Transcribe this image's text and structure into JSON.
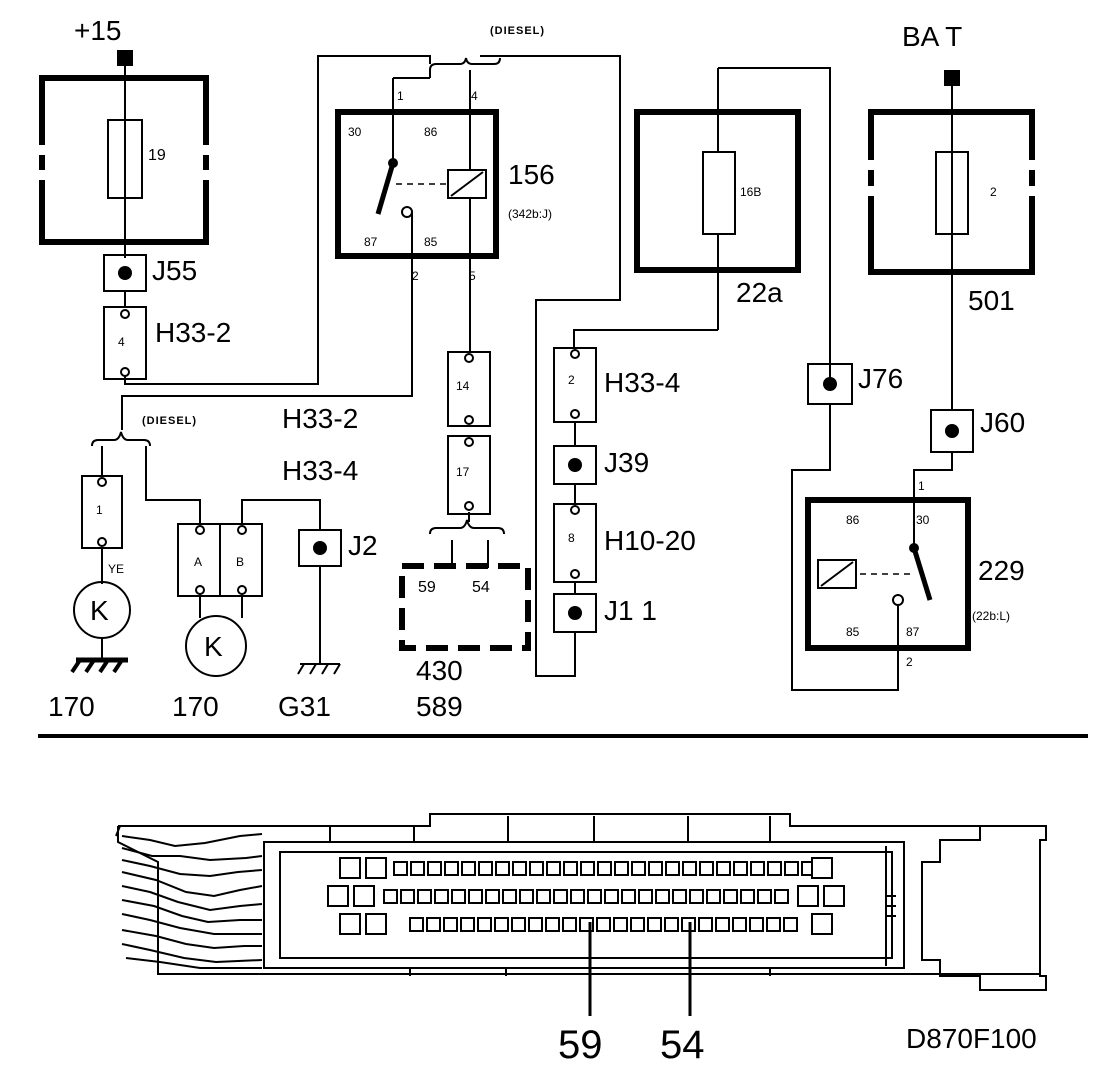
{
  "supply": {
    "plus15": "+15",
    "bat": "BA  T"
  },
  "fuses": {
    "f19": "19",
    "f16b": "16B",
    "f2": "2",
    "box22a": "22a",
    "box501": "501"
  },
  "relays": {
    "r156": {
      "id": "156",
      "ref": "(342b:J)",
      "p30": "30",
      "p86": "86",
      "p87": "87",
      "p85": "85",
      "t1": "1",
      "t4": "4",
      "t2": "2",
      "t5": "5"
    },
    "r229": {
      "id": "229",
      "ref": "(22b:L)",
      "p86": "86",
      "p30": "30",
      "p85": "85",
      "p87": "87",
      "t1": "1",
      "t2": "2"
    }
  },
  "diesel": "(DIESEL)",
  "connectors": {
    "j55": "J55",
    "j76": "J76",
    "j60": "J60",
    "j39": "J39",
    "j2": "J2",
    "j11": "J1  1",
    "h33_2a": "H33-2",
    "h33_2b": "H33-2",
    "h33_4a": "H33-4",
    "h33_4b": "H33-4",
    "h10_20": "H10-20"
  },
  "pins": {
    "p4": "4",
    "p14": "14",
    "p17": "17",
    "p2": "2",
    "p8": "8",
    "p1": "1",
    "pA": "A",
    "pB": "B",
    "ye": "YE"
  },
  "components": {
    "k": "K",
    "c170a": "170",
    "c170b": "170",
    "g31": "G31",
    "c430": "430",
    "c589": "589",
    "pin59": "59",
    "pin54": "54"
  },
  "ecu": {
    "pin59": "59",
    "pin54": "54"
  },
  "figure_id": "D870F100"
}
